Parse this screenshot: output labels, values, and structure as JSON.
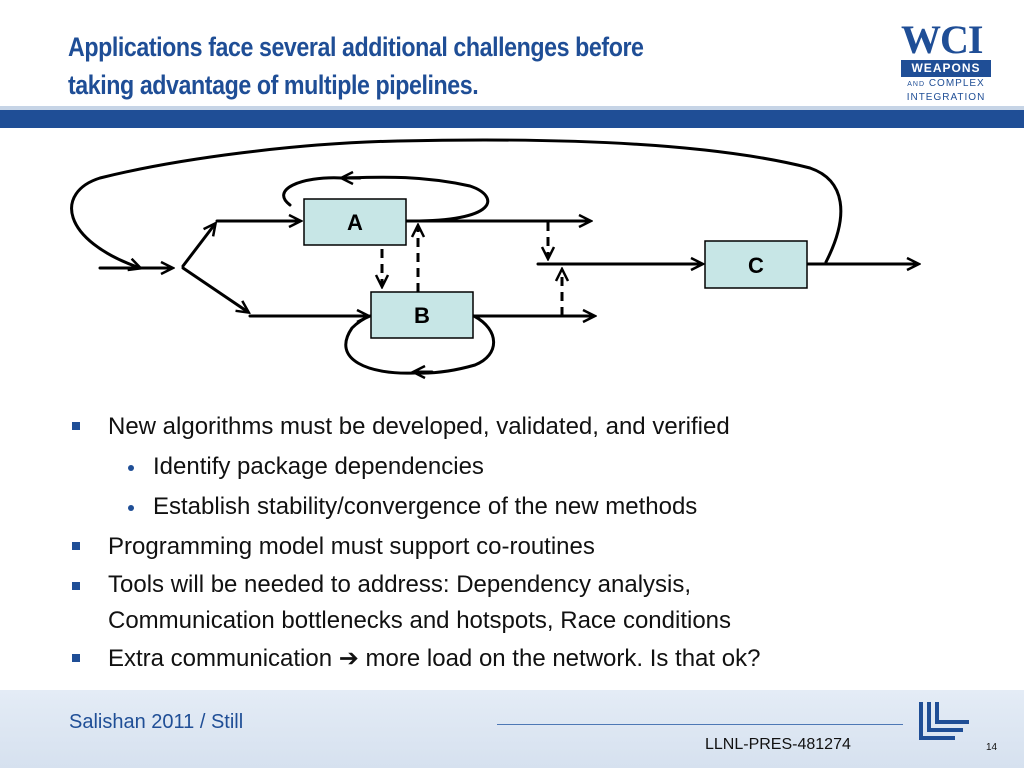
{
  "slide": {
    "title_line1": "Applications face several additional challenges before",
    "title_line2": "taking advantage of multiple pipelines."
  },
  "logo": {
    "main": "WCI",
    "bar": "WEAPONS",
    "line1_small": "AND",
    "line1": "COMPLEX",
    "line2": "INTEGRATION"
  },
  "diagram": {
    "box_a": "A",
    "box_b": "B",
    "box_c": "C"
  },
  "bullets": [
    {
      "level": 1,
      "text": "New algorithms must be developed, validated, and verified"
    },
    {
      "level": 2,
      "text": "Identify package dependencies"
    },
    {
      "level": 2,
      "text": "Establish stability/convergence of the new methods"
    },
    {
      "level": 1,
      "text": "Programming model must support co-routines"
    },
    {
      "level": 1,
      "text": "Tools will be needed to address: Dependency analysis,",
      "text2": "Communication bottlenecks and hotspots, Race conditions"
    },
    {
      "level": 1,
      "text": "Extra communication",
      "arrow": "➔",
      "text2": "more load on the network.  Is that ok?"
    }
  ],
  "footer": {
    "left": "Salishan 2011 / Still",
    "code": "LLNL-PRES-481274",
    "page": "14"
  },
  "colors": {
    "brand_blue": "#1f4e96",
    "box_fill": "#c7e6e6"
  }
}
